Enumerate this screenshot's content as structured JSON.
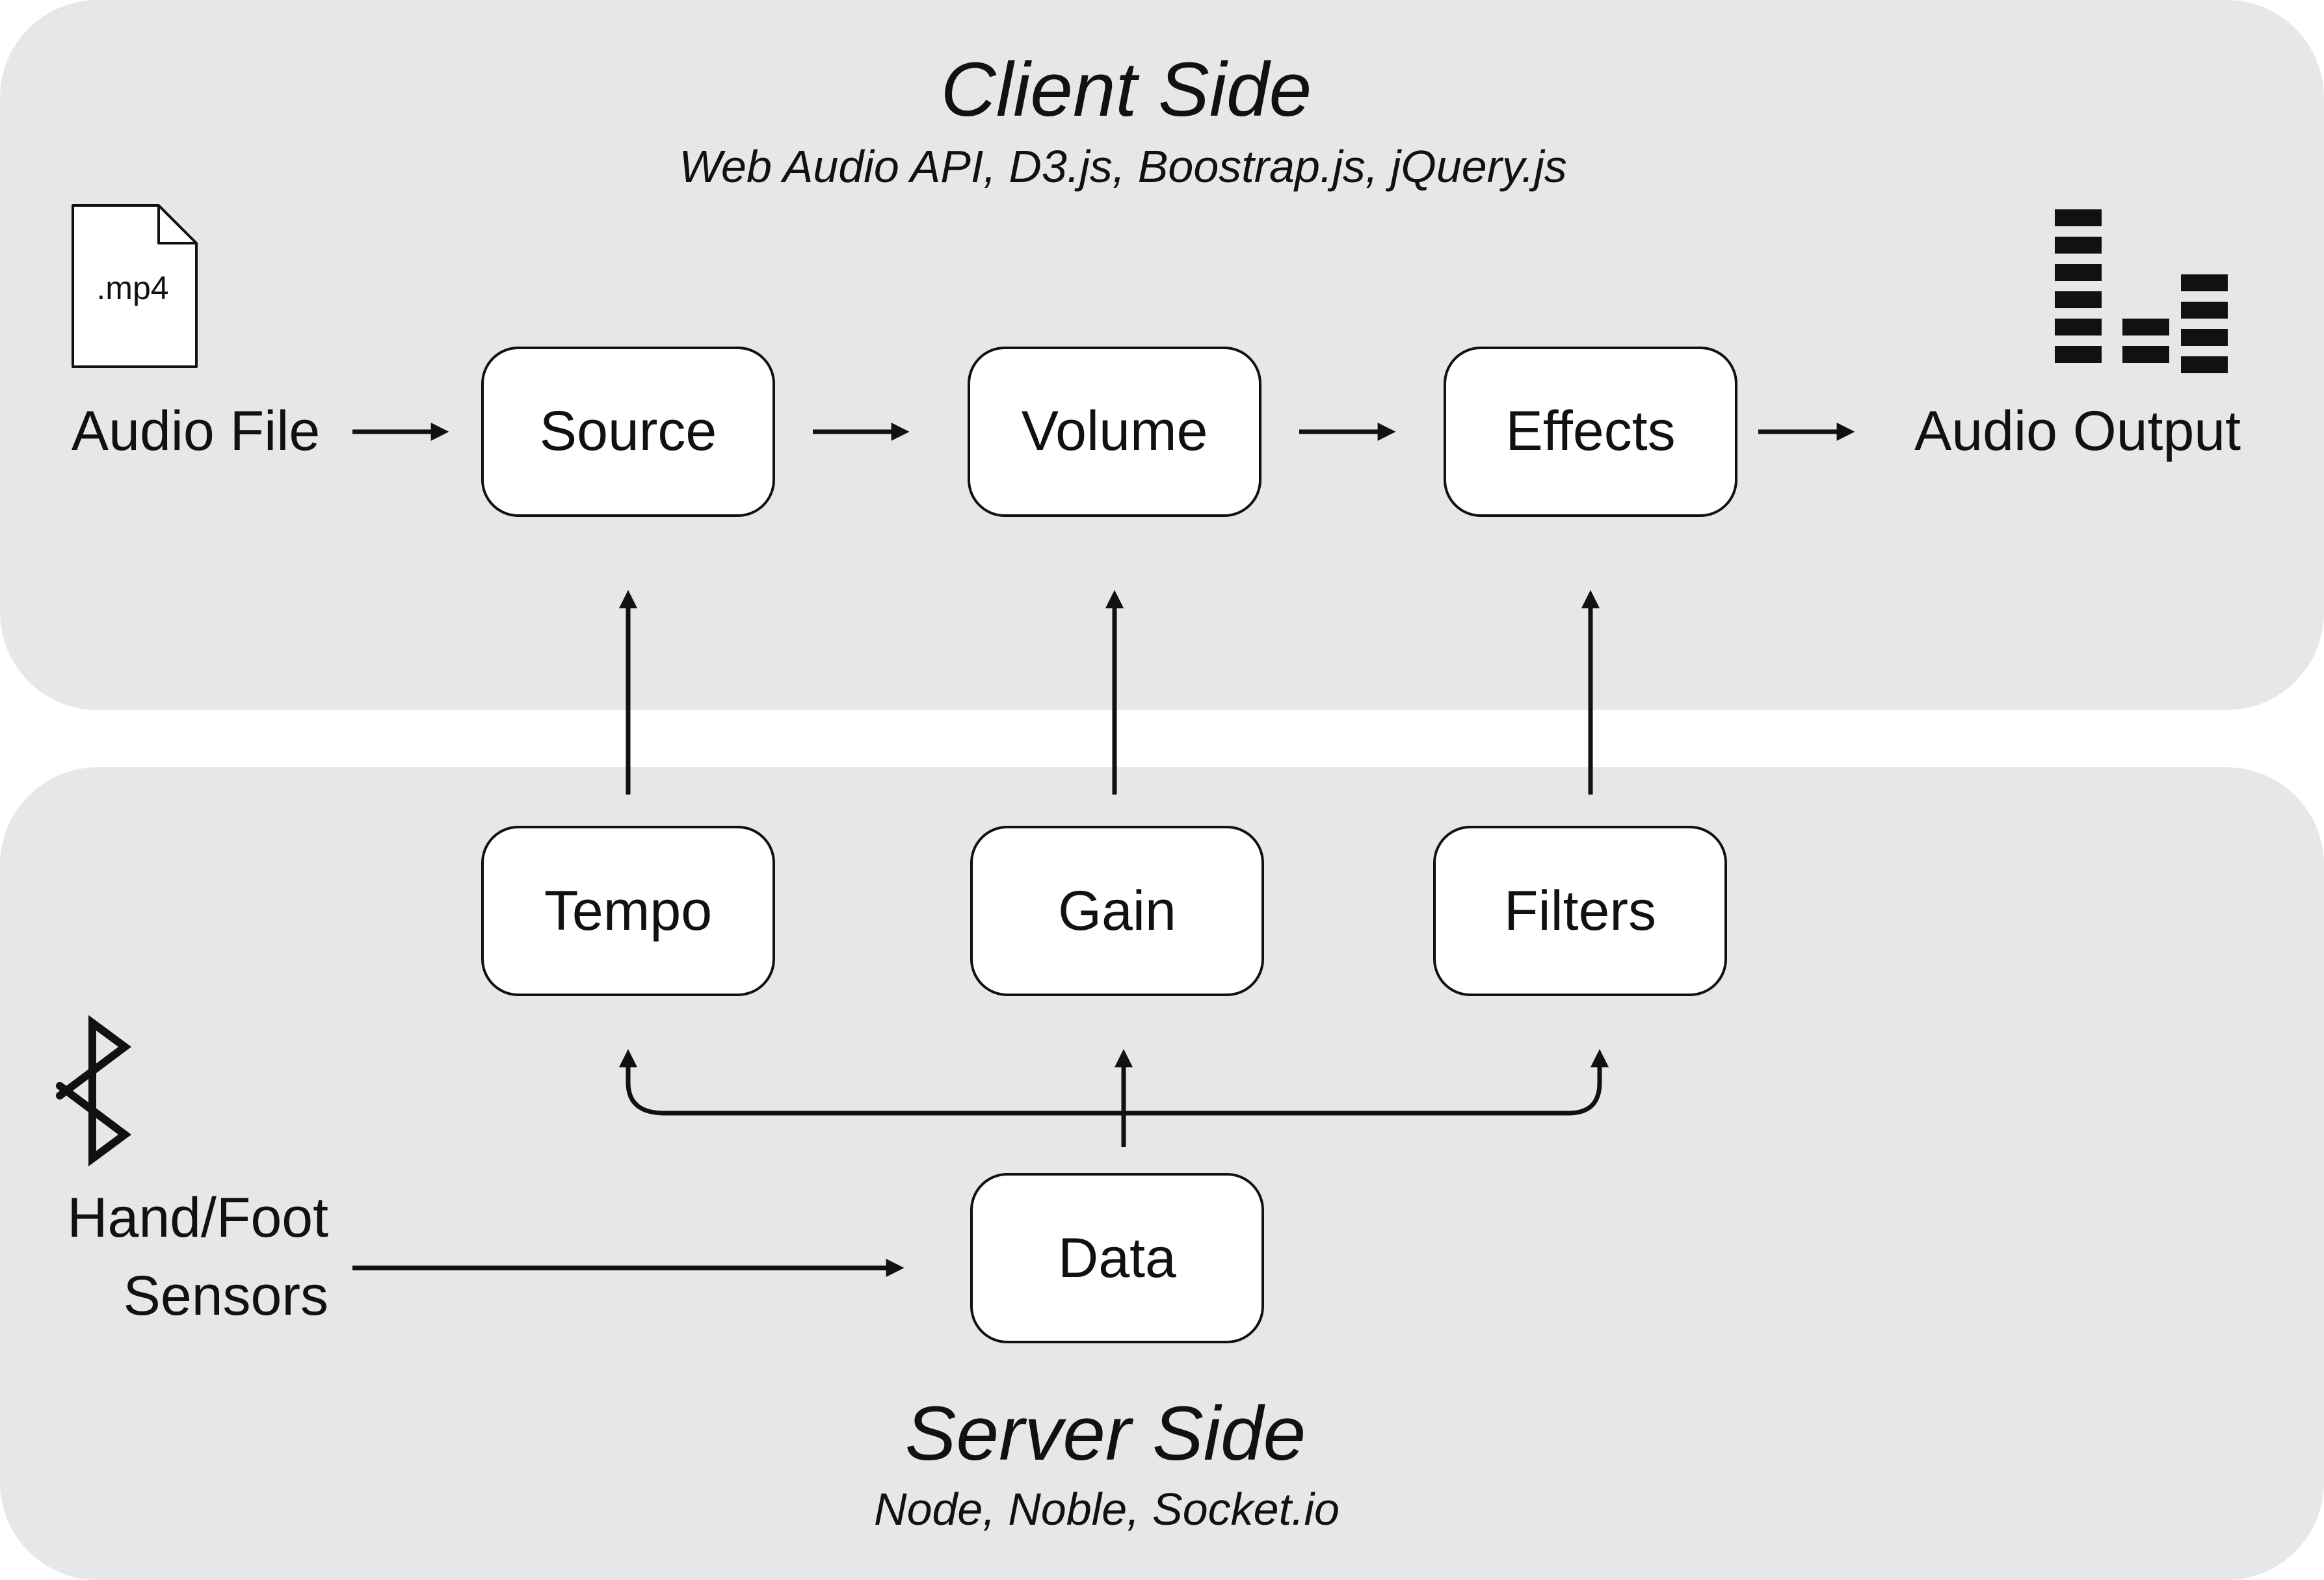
{
  "client": {
    "title": "Client Side",
    "subtitle": "Web Audio API, D3.js, Boostrap.js, jQuery.js"
  },
  "server": {
    "title": "Server Side",
    "subtitle": "Node, Noble, Socket.io"
  },
  "nodes": {
    "source": "Source",
    "volume": "Volume",
    "effects": "Effects",
    "tempo": "Tempo",
    "gain": "Gain",
    "filters": "Filters",
    "data": "Data"
  },
  "endpoints": {
    "audio_file": "Audio File",
    "file_extension": ".mp4",
    "audio_output": "Audio Output",
    "sensors_line1": "Hand/Foot",
    "sensors_line2": "Sensors"
  },
  "icons": {
    "file": "document-icon",
    "output": "equalizer-icon",
    "sensors": "bluetooth-icon"
  },
  "colors": {
    "panel": "#e6e7e8",
    "ink": "#111111",
    "box": "#ffffff"
  }
}
